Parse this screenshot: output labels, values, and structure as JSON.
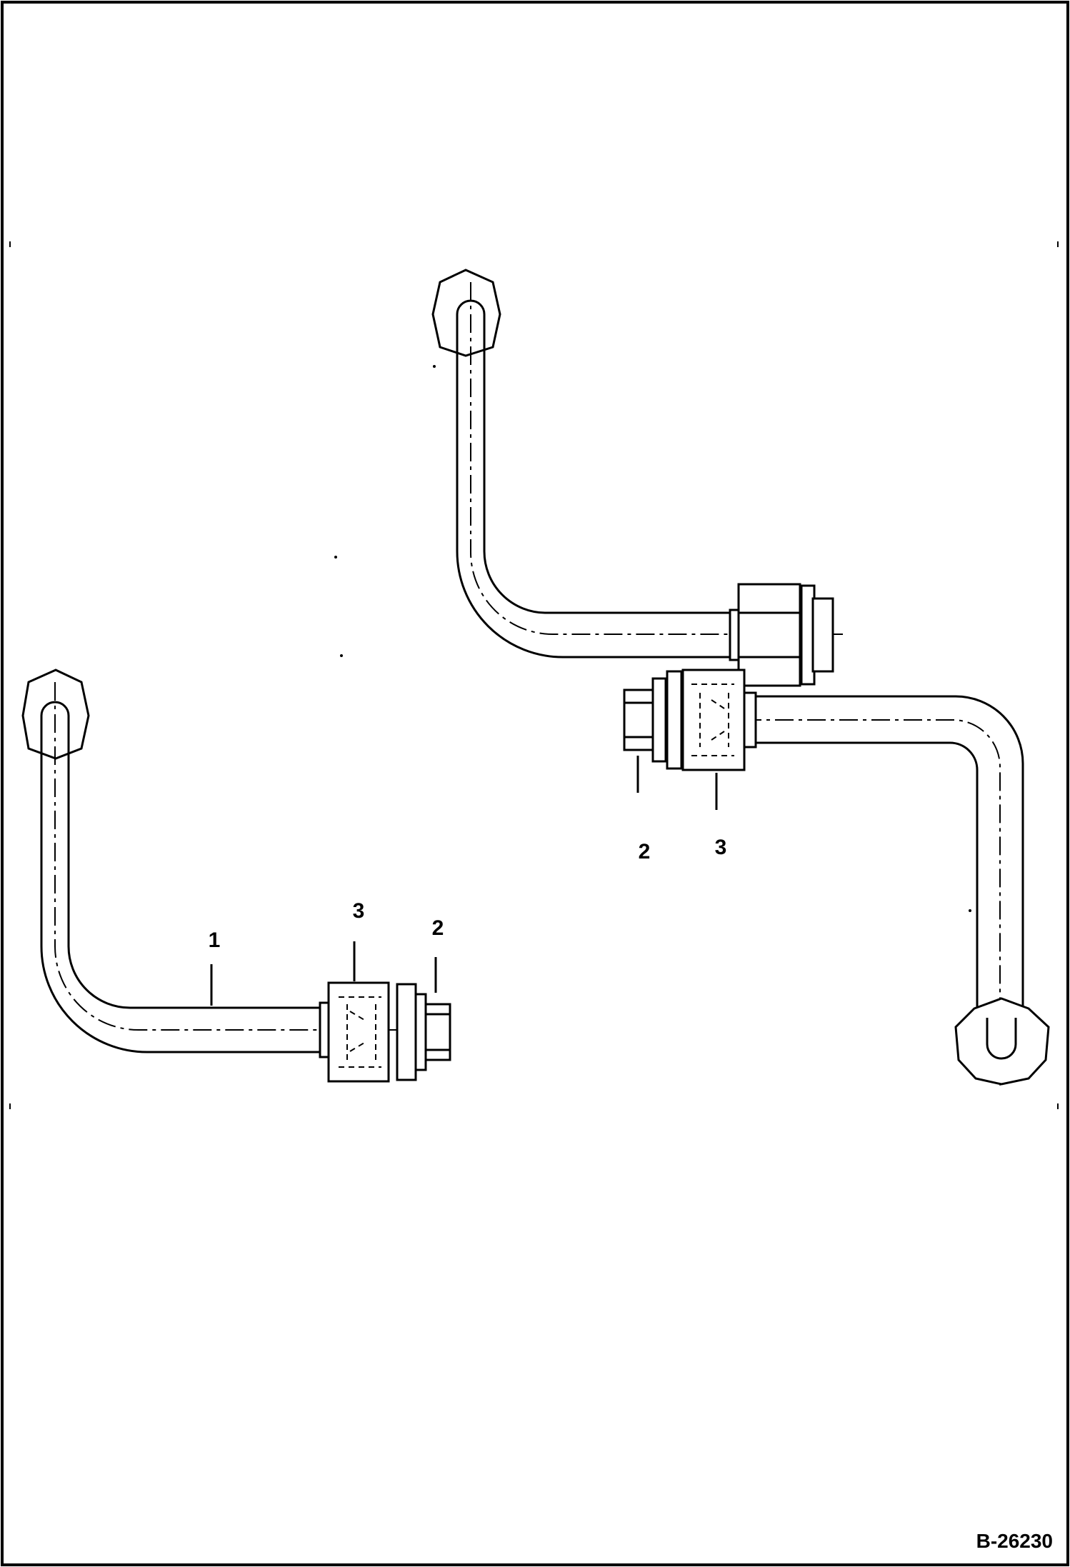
{
  "diagram": {
    "drawing_number": "B-26230",
    "callouts": [
      {
        "id": "c1",
        "label": "1"
      },
      {
        "id": "c2",
        "label": "2"
      },
      {
        "id": "c3",
        "label": "3"
      },
      {
        "id": "c4",
        "label": "2"
      },
      {
        "id": "c5",
        "label": "3"
      }
    ]
  }
}
